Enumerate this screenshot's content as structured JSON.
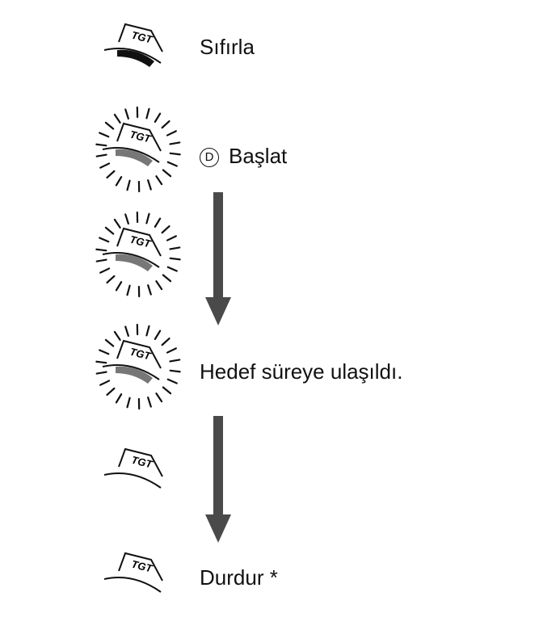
{
  "indicator": {
    "text": "TGT"
  },
  "steps": [
    {
      "label": "Sıfırla",
      "icon": "tgt-indicator-solid-icon"
    },
    {
      "label": "Başlat",
      "marker": "D",
      "icon": "tgt-indicator-flashing-icon"
    },
    {
      "icon": "tgt-indicator-flashing-icon"
    },
    {
      "label": "Hedef süreye ulaşıldı.",
      "icon": "tgt-indicator-flashing-icon"
    },
    {
      "icon": "tgt-indicator-off-icon"
    },
    {
      "label": "Durdur *",
      "icon": "tgt-indicator-off-icon"
    }
  ],
  "colors": {
    "solid_bar": "#111111",
    "flash_bar": "#777777",
    "arrow": "#4a4a4a",
    "line": "#111111"
  }
}
